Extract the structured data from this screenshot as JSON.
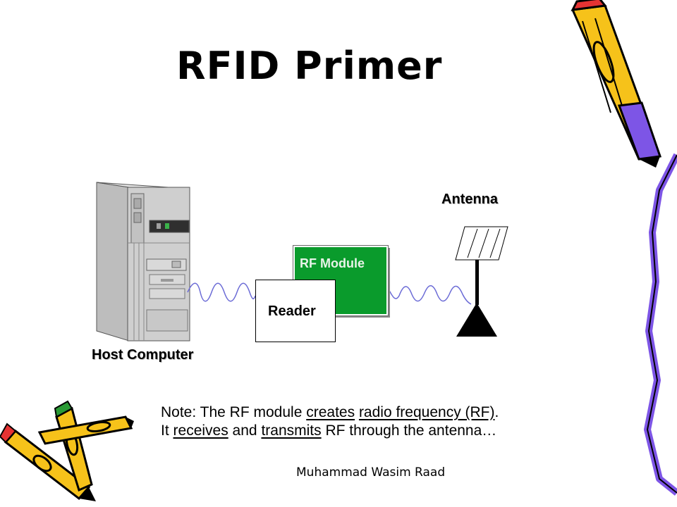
{
  "slide": {
    "title": "RFID Primer",
    "footer": "Muhammad Wasim Raad"
  },
  "diagram": {
    "host_label": "Host Computer",
    "antenna_label": "Antenna",
    "rf_module_label": "RF Module",
    "reader_label": "Reader",
    "colors": {
      "rf_module": "#0a9b2c",
      "signal_wave": "#6b6bd6",
      "pencil_yellow": "#f6c21a",
      "pencil_purple": "#7d55e6"
    }
  },
  "note": {
    "line1_prefix": "Note: The RF module ",
    "line1_u1": "creates",
    "line1_space": " ",
    "line1_u2": "radio frequency (RF)",
    "line1_suffix": ".",
    "line2_prefix": "It ",
    "line2_u1": "receives",
    "line2_mid": " and ",
    "line2_u2": "transmits",
    "line2_suffix": " RF through the antenna…"
  },
  "decorations": [
    "pencil-icon",
    "crossed-pencils-icon",
    "pencil-edge-icon"
  ]
}
